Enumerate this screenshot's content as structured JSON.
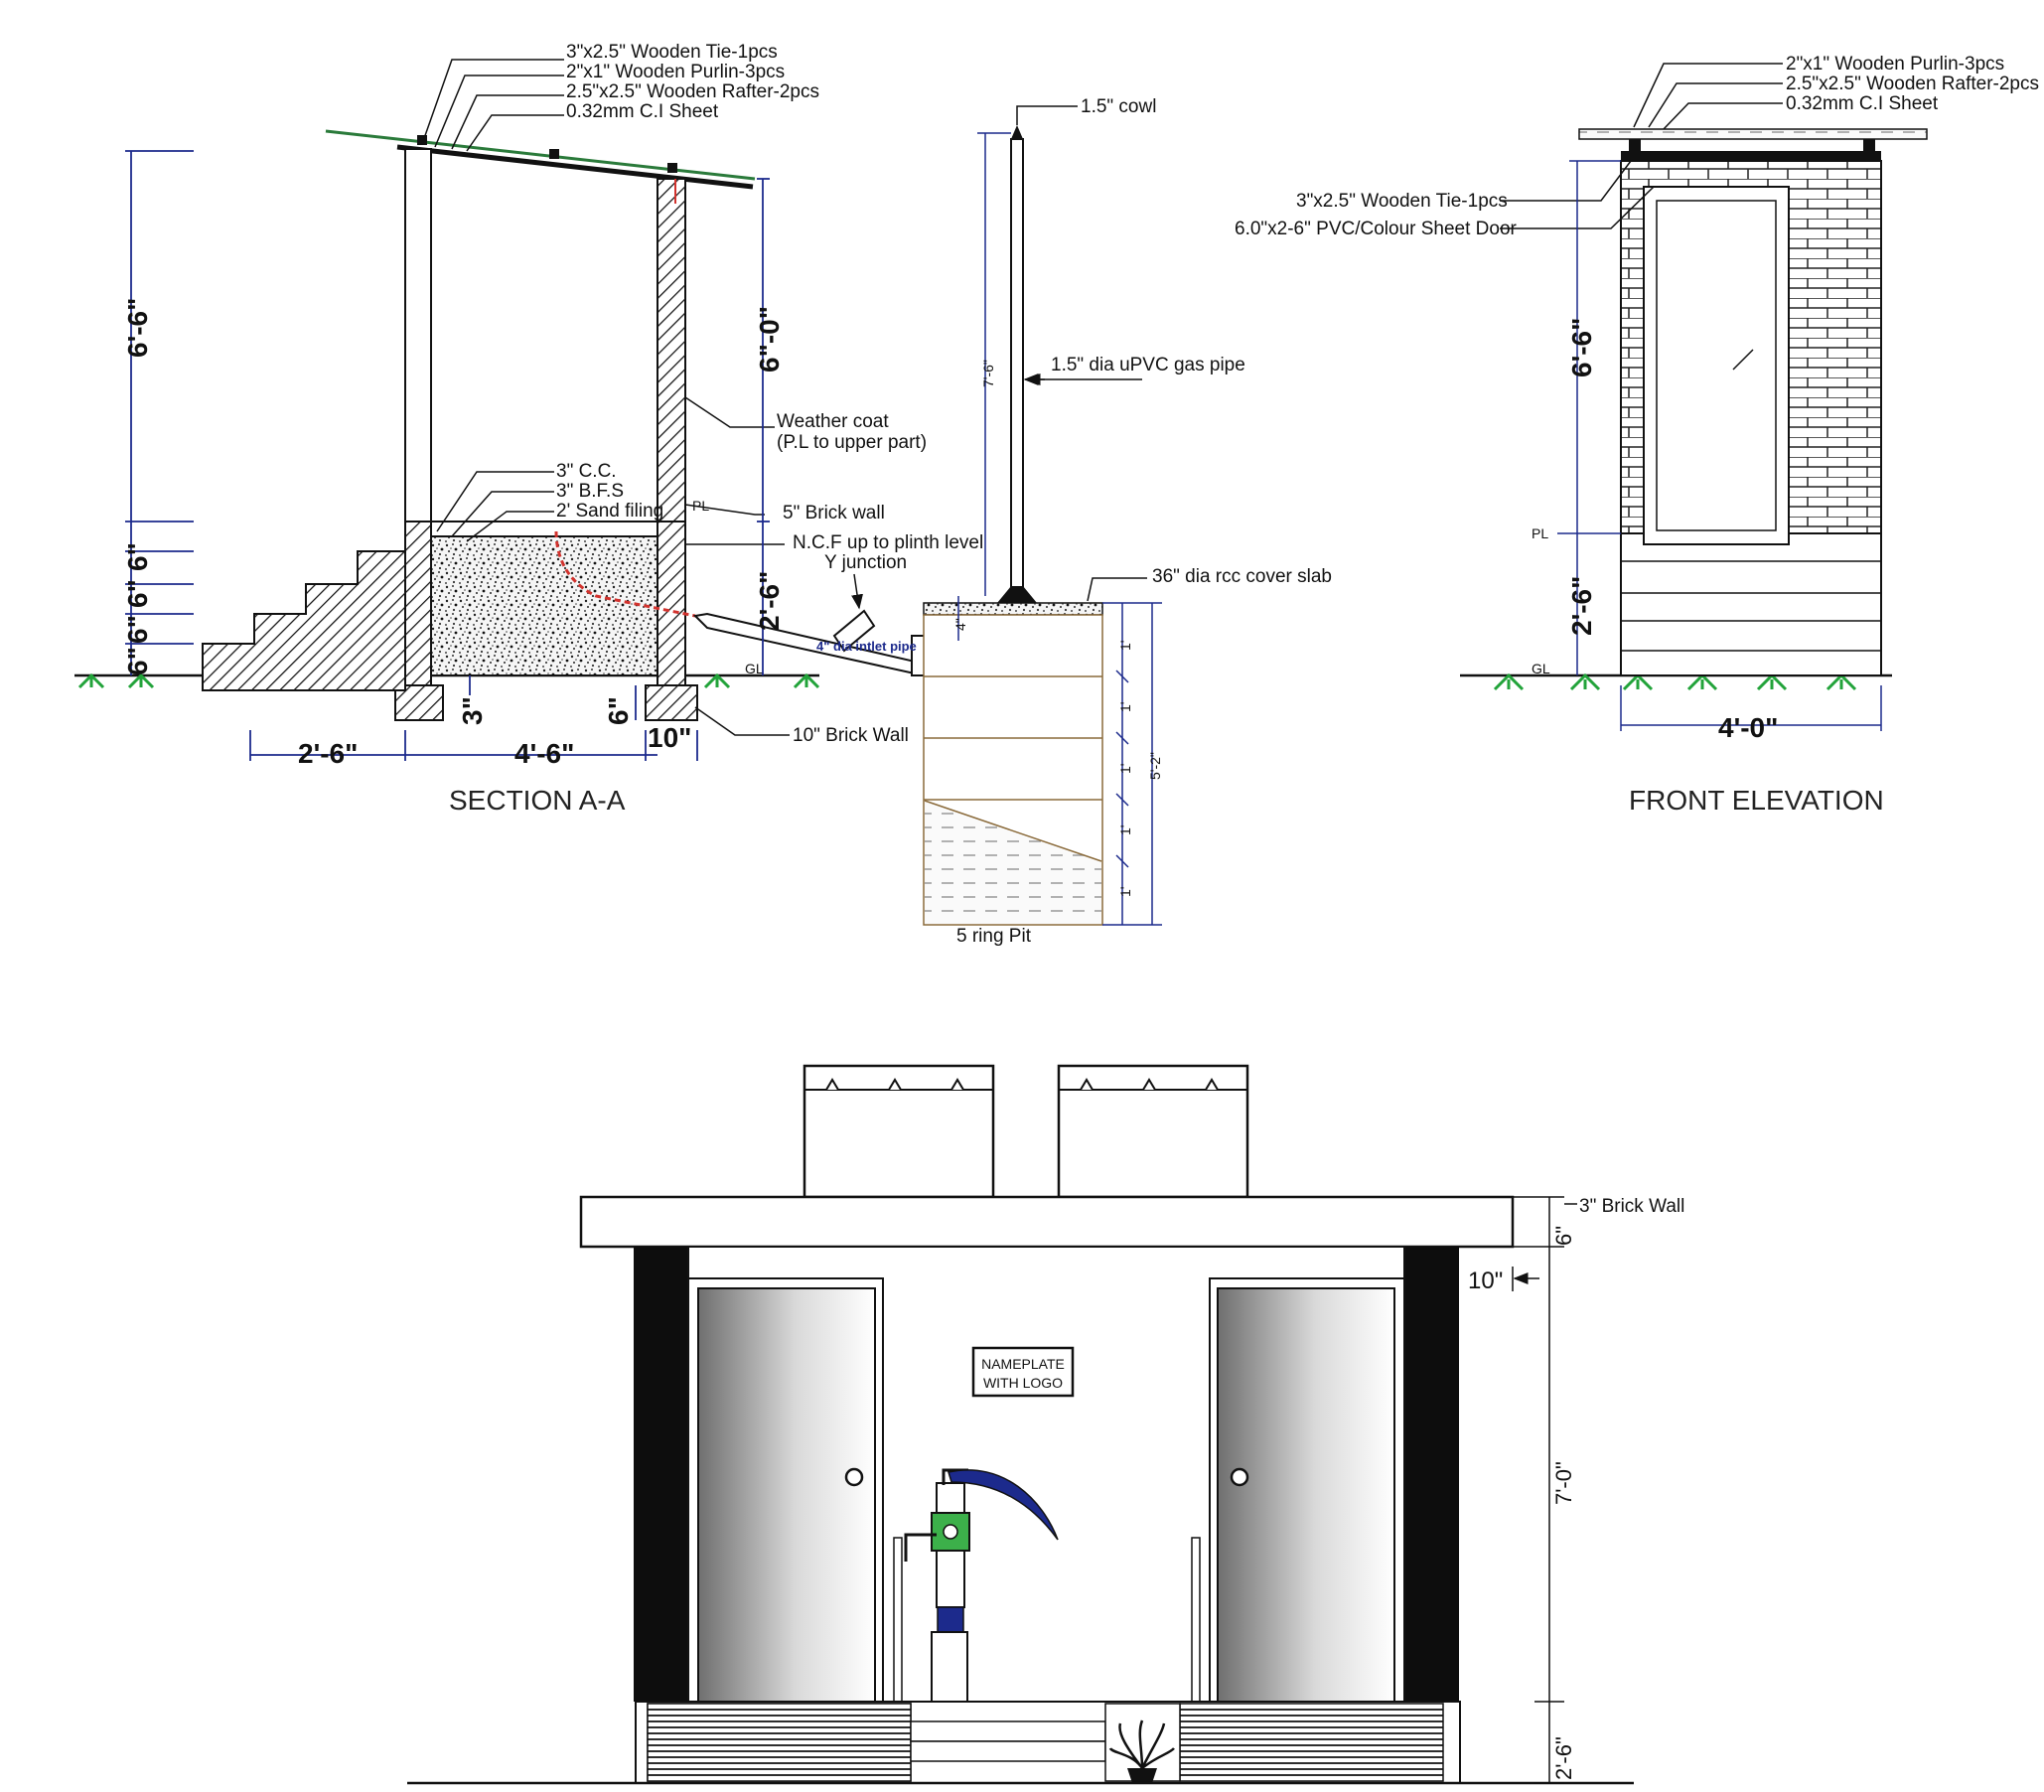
{
  "section": {
    "title": "SECTION A-A",
    "roof_labels": [
      "3\"x2.5\" Wooden Tie-1pcs",
      "2\"x1\" Wooden Purlin-3pcs",
      "2.5\"x2.5\" Wooden Rafter-2pcs",
      "0.32mm C.I Sheet"
    ],
    "floor_labels": [
      "3\" C.C.",
      "3\" B.F.S",
      "2' Sand filing"
    ],
    "right_labels": {
      "weather_coat": "Weather coat",
      "weather_coat_note": "(P.L to upper part)",
      "brick_wall": "5\" Brick wall",
      "ncf": "N.C.F up to plinth level",
      "y_junction": "Y junction",
      "inlet_pipe": "4\" dia intlet pipe",
      "ten_brick": "10\" Brick Wall"
    },
    "pl": "PL",
    "gl": "GL",
    "dims": {
      "left_height": "6'-6\"",
      "right_height": "6\"-0\"",
      "steps": [
        "6\"",
        "6\"",
        "6\"",
        "6\""
      ],
      "plinth": "2'-6\"",
      "bottom_left": "2'-6\"",
      "bottom_right": "4'-6\"",
      "three": "3\"",
      "six": "6\"",
      "ten": "10\""
    }
  },
  "pit": {
    "cowl": "1.5\" cowl",
    "gas_pipe": "1.5\" dia uPVC gas pipe",
    "cover_slab": "36\" dia rcc cover slab",
    "pipe_height": "7'-6\"",
    "four": "4\"",
    "rings": [
      "1'",
      "1'",
      "1'",
      "1'",
      "1'"
    ],
    "total": "5'-2\"",
    "caption": "5 ring Pit"
  },
  "front": {
    "title": "FRONT ELEVATION",
    "roof_labels": [
      "2\"x1\" Wooden Purlin-3pcs",
      "2.5\"x2.5\" Wooden Rafter-2pcs",
      "0.32mm C.I Sheet"
    ],
    "tie": "3\"x2.5\" Wooden Tie-1pcs",
    "door": "6.0\"x2-6\" PVC/Colour Sheet Door",
    "pl": "PL",
    "gl": "GL",
    "height_upper": "6'-6\"",
    "height_lower": "2'-6\"",
    "width": "4'-0\""
  },
  "toilet": {
    "nameplate_line1": "NAMEPLATE",
    "nameplate_line2": "WITH LOGO",
    "brick_wall": "3\" Brick Wall",
    "six": "6\"",
    "ten": "10\"",
    "seven": "7'-0\"",
    "plinth": "2'-6\""
  },
  "colors": {
    "dimension": "#1c2a8c",
    "grass": "#22a33a",
    "pump_green": "#3cb04a",
    "pipe_red": "#d2322d"
  }
}
